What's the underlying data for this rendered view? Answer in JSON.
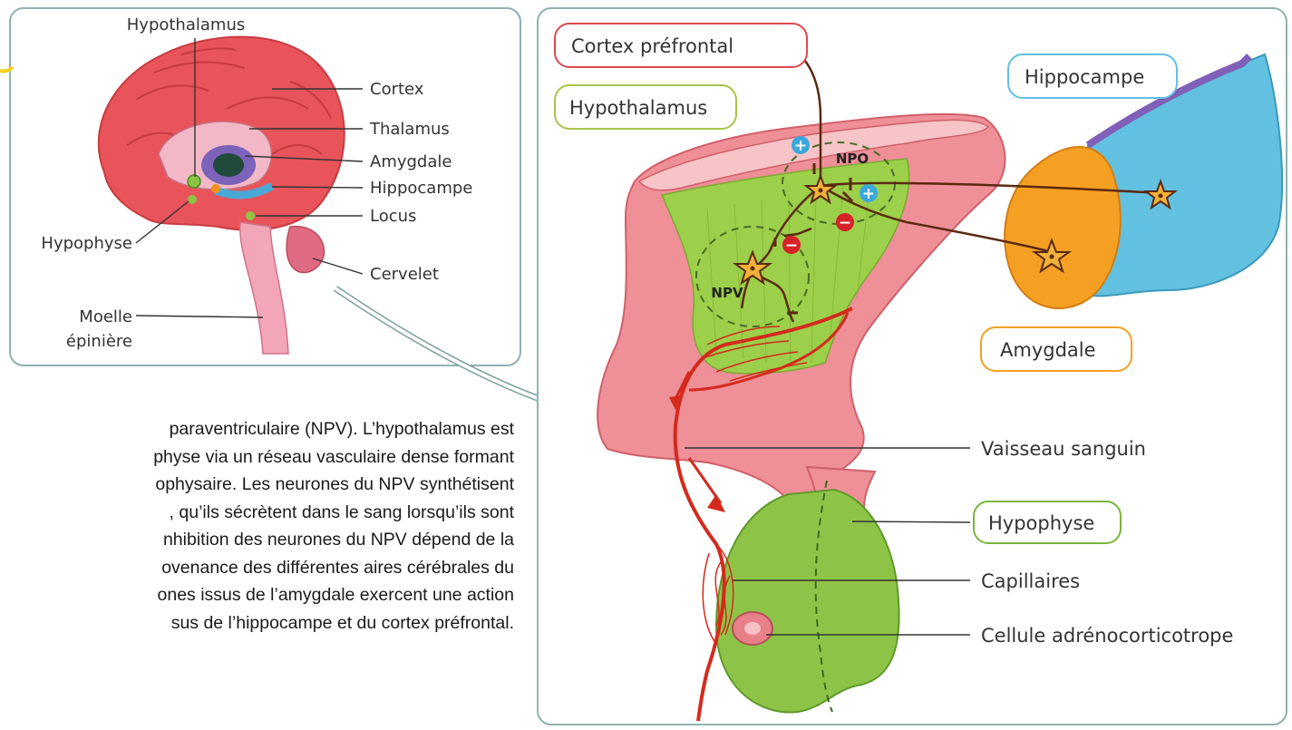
{
  "left_diagram": {
    "labels": {
      "hypothalamus": "Hypothalamus",
      "cortex": "Cortex",
      "thalamus": "Thalamus",
      "amygdale": "Amygdale",
      "hippocampe": "Hippocampe",
      "locus": "Locus",
      "hypophyse": "Hypophyse",
      "cervelet": "Cervelet",
      "moelle_line1": "Moelle",
      "moelle_line2": "épinière"
    }
  },
  "right_diagram": {
    "tags": {
      "cortex_prefrontal": "Cortex préfrontal",
      "hypothalamus": "Hypothalamus",
      "hippocampe": "Hippocampe",
      "amygdale": "Amygdale",
      "hypophyse": "Hypophyse"
    },
    "labels": {
      "vaisseau": "Vaisseau sanguin",
      "capillaires": "Capillaires",
      "cellule": "Cellule adrénocorticotrope",
      "npo": "NPO",
      "npv": "NPV"
    },
    "signs": {
      "plus": "+",
      "minus": "−"
    },
    "colors": {
      "brain": "#e8545a",
      "hypothalamus_green": "#9ccf4a",
      "vessel": "#d42a1c",
      "hippocampus": "#62c0e0",
      "amygdala": "#f6a023"
    }
  },
  "caption": {
    "lines": [
      "paraventriculaire (NPV). L’hypothalamus est",
      "physe via un réseau vasculaire dense formant",
      "ophysaire. Les neurones du NPV synthétisent",
      ", qu’ils sécrètent dans le sang lorsqu’ils sont",
      "nhibition des neurones du NPV dépend de la",
      "ovenance des différentes aires cérébrales du",
      "ones issus de l’amygdale exercent une action",
      "sus de l’hippocampe et du cortex préfrontal."
    ]
  }
}
